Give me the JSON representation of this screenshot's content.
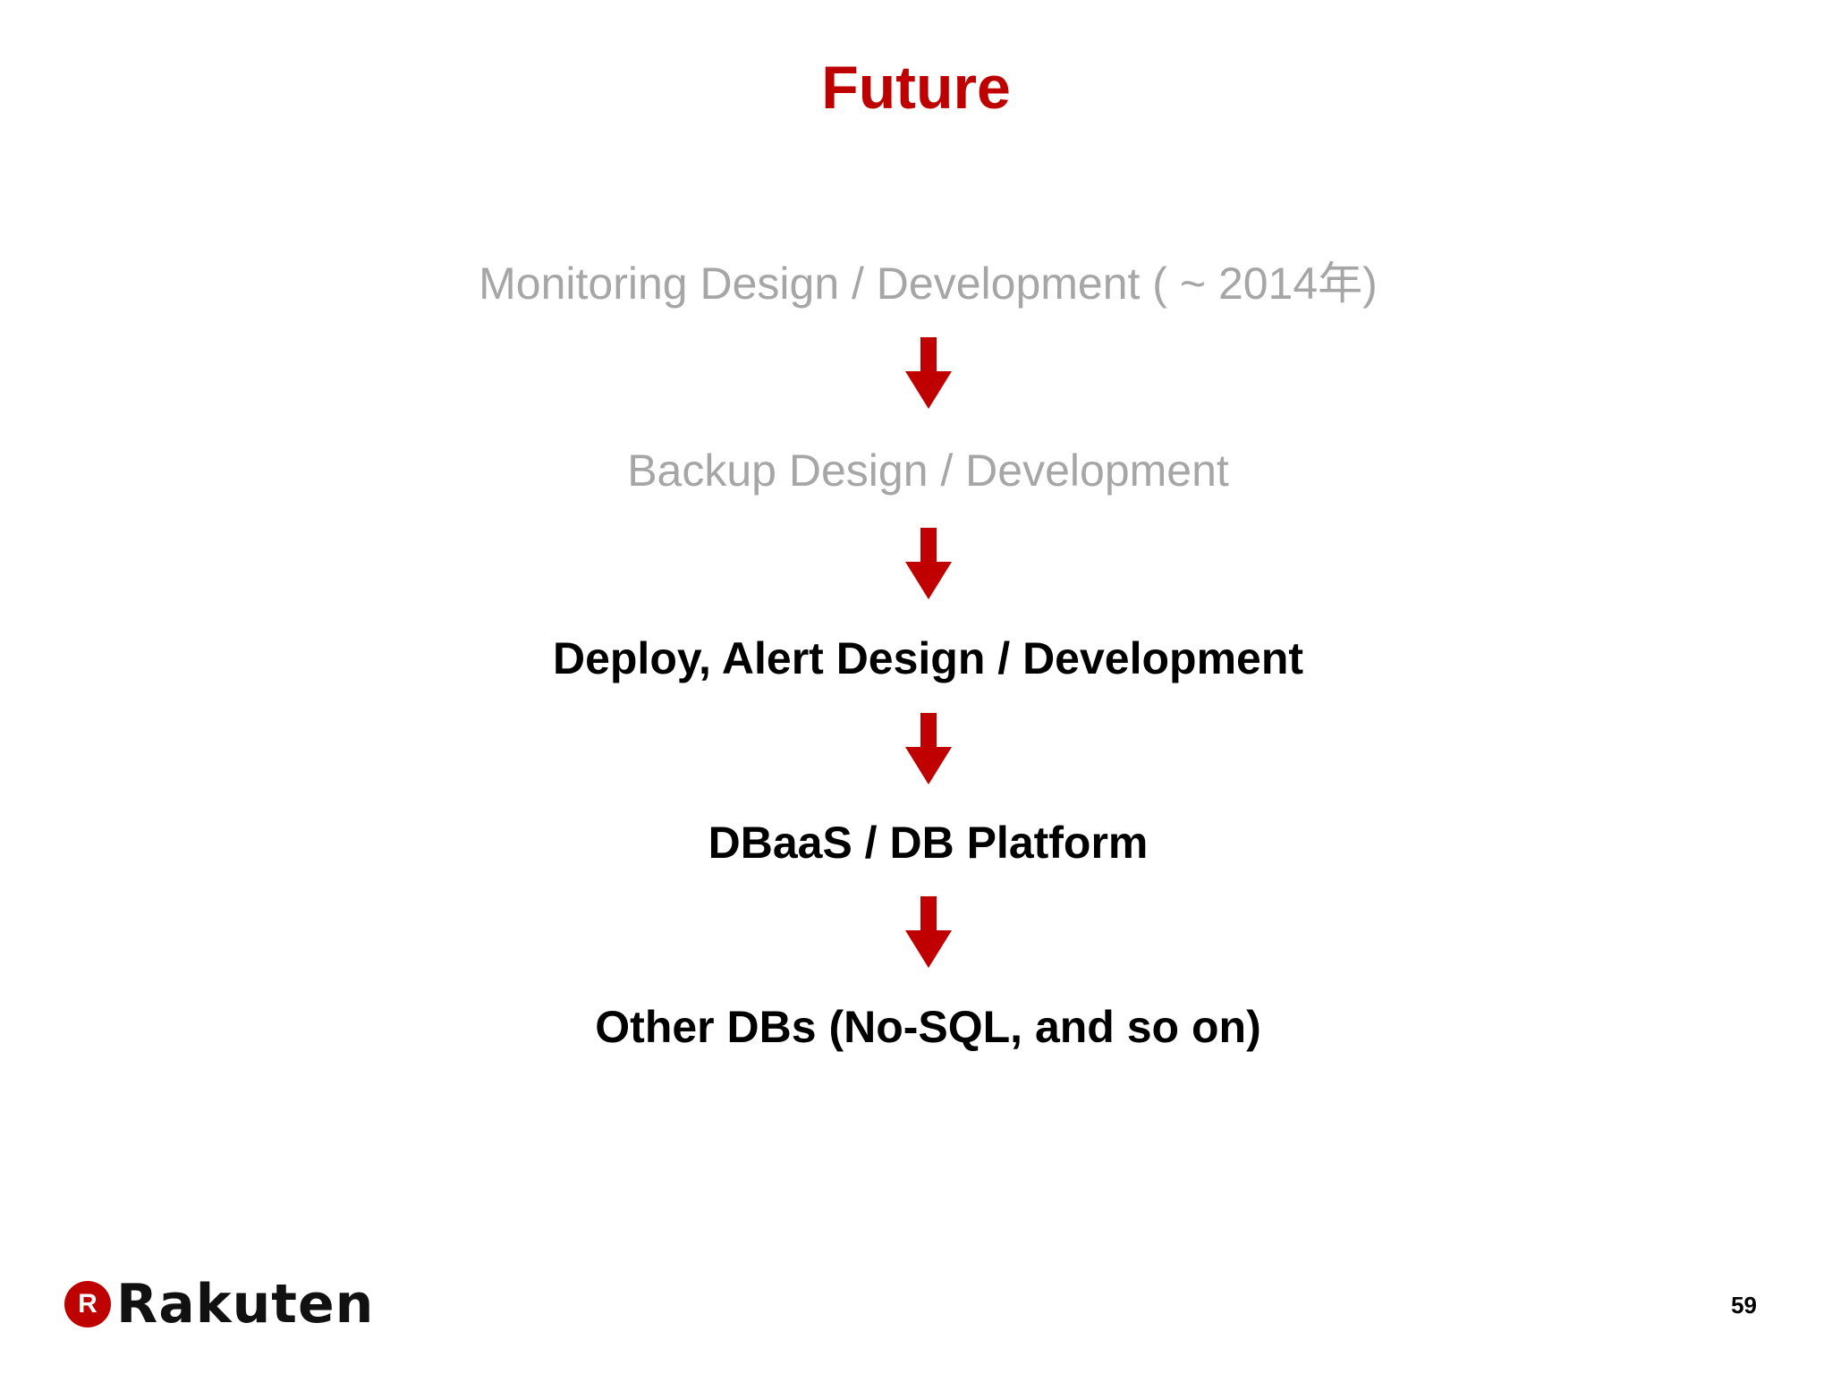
{
  "slide": {
    "title": "Future",
    "steps": [
      {
        "label": "Monitoring Design / Development ( ~ 2014年)",
        "state": "past"
      },
      {
        "label": "Backup Design / Development",
        "state": "past"
      },
      {
        "label": "Deploy, Alert Design / Development",
        "state": "current"
      },
      {
        "label": "DBaaS / DB Platform",
        "state": "current"
      },
      {
        "label": "Other DBs (No-SQL, and so on)",
        "state": "current"
      }
    ],
    "arrow_icon": "down-arrow-icon",
    "arrow_color": "#c00000",
    "past_color": "#a6a6a6",
    "title_color": "#bf0000"
  },
  "footer": {
    "logo_mark": "R",
    "logo_text": "Rakuten",
    "page_number": "59"
  }
}
